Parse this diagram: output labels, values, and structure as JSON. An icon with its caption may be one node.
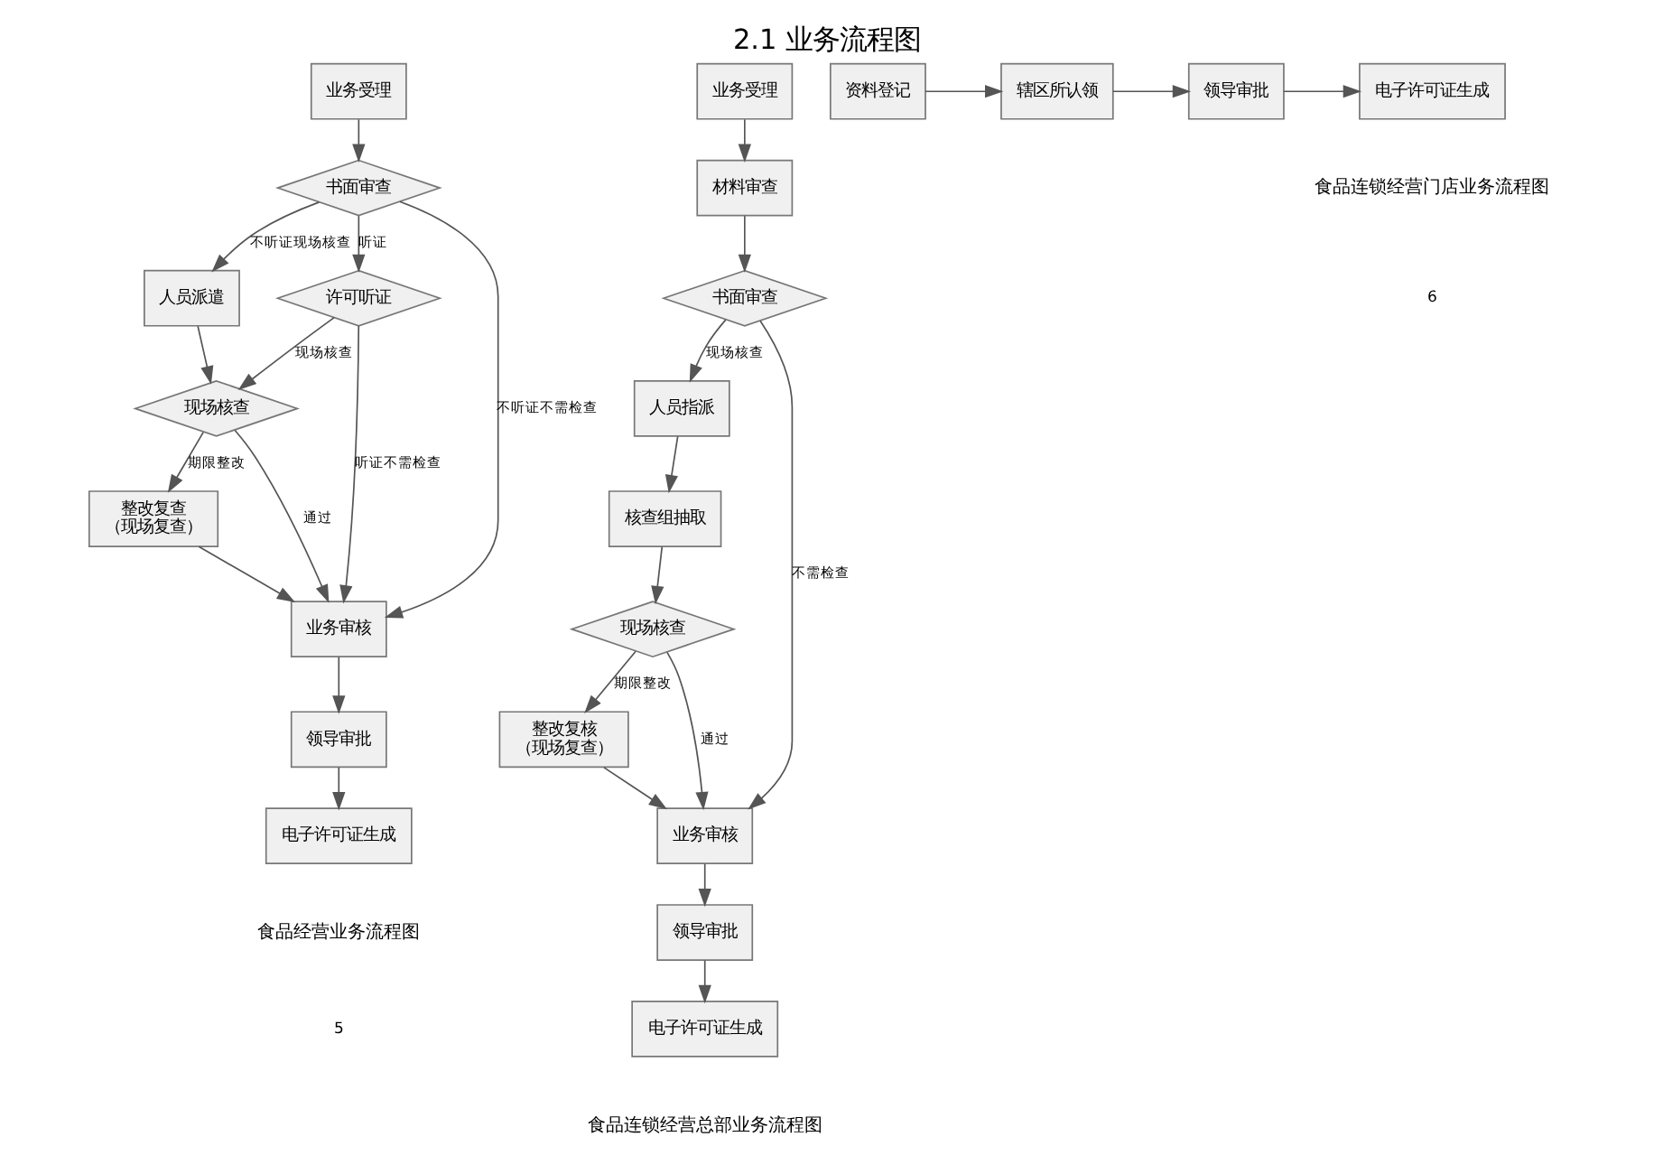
{
  "diagram": {
    "title": "2.1 业务流程图",
    "nodes": [
      {
        "text": [
          "业务受理"
        ]
      },
      {
        "text": [
          "书面审查"
        ]
      },
      {
        "text": [
          "人员派遣"
        ]
      },
      {
        "text": [
          "许可听证"
        ]
      },
      {
        "text": [
          "现场核查"
        ]
      },
      {
        "text": [
          "整改复查",
          "（现场复查）"
        ]
      },
      {
        "text": [
          "业务审核"
        ]
      },
      {
        "text": [
          "领导审批"
        ]
      },
      {
        "text": [
          "电子许可证生成"
        ]
      },
      {
        "text": [
          "业务受理"
        ]
      },
      {
        "text": [
          "材料审查"
        ]
      },
      {
        "text": [
          "书面审查"
        ]
      },
      {
        "text": [
          "人员指派"
        ]
      },
      {
        "text": [
          "核查组抽取"
        ]
      },
      {
        "text": [
          "现场核查"
        ]
      },
      {
        "text": [
          "整改复核",
          "（现场复查）"
        ]
      },
      {
        "text": [
          "业务审核"
        ]
      },
      {
        "text": [
          "领导审批"
        ]
      },
      {
        "text": [
          "电子许可证生成"
        ]
      },
      {
        "text": [
          "资料登记"
        ]
      },
      {
        "text": [
          "辖区所认领"
        ]
      },
      {
        "text": [
          "领导审批"
        ]
      },
      {
        "text": [
          "电子许可证生成"
        ]
      }
    ],
    "edges": [
      {
        "from": 0,
        "to": 1,
        "arrow": "to"
      },
      {
        "from": 1,
        "to": 2,
        "arrow": "to",
        "label": "不听证现场核查"
      },
      {
        "from": 1,
        "to": 6,
        "arrow": "to",
        "label": "不听证不需检查"
      },
      {
        "from": 1,
        "to": 3,
        "arrow": "to",
        "label": "听证"
      },
      {
        "from": 3,
        "to": 6,
        "arrow": "to",
        "label": "听证不需检查"
      },
      {
        "from": 3,
        "to": 4,
        "arrow": "to",
        "label": "现场核查"
      },
      {
        "from": 2,
        "to": 4,
        "arrow": "to"
      },
      {
        "from": 4,
        "to": 6,
        "arrow": "to",
        "label": "通过"
      },
      {
        "from": 4,
        "to": 5,
        "arrow": "to",
        "label": "期限整改"
      },
      {
        "from": 5,
        "to": 6,
        "arrow": "to"
      },
      {
        "from": 6,
        "to": 7,
        "arrow": "to"
      },
      {
        "from": 7,
        "to": 8,
        "arrow": "to"
      },
      {
        "from": 9,
        "to": 10,
        "arrow": "to"
      },
      {
        "from": 10,
        "to": 11,
        "arrow": "to"
      },
      {
        "from": 11,
        "to": 12,
        "arrow": "to",
        "label": "现场核查"
      },
      {
        "from": 11,
        "to": 16,
        "arrow": "to",
        "label": "不需检查"
      },
      {
        "from": 12,
        "to": 13,
        "arrow": "to"
      },
      {
        "from": 13,
        "to": 14,
        "arrow": "to"
      },
      {
        "from": 14,
        "to": 15,
        "arrow": "to",
        "label": "期限整改"
      },
      {
        "from": 14,
        "to": 16,
        "arrow": "to",
        "label": "通过"
      },
      {
        "from": 15,
        "to": 16,
        "arrow": "to"
      },
      {
        "from": 16,
        "to": 17,
        "arrow": "to"
      },
      {
        "from": 17,
        "to": 18,
        "arrow": "to"
      },
      {
        "from": 19,
        "to": 20,
        "arrow": "to"
      },
      {
        "from": 20,
        "to": 21,
        "arrow": "to"
      },
      {
        "from": 21,
        "to": 22,
        "arrow": "to"
      }
    ],
    "labels": [
      "食品经营业务流程图",
      "食品连锁经营总部业务流程图",
      "食品连锁经营门店业务流程图",
      "5",
      "6"
    ]
  }
}
